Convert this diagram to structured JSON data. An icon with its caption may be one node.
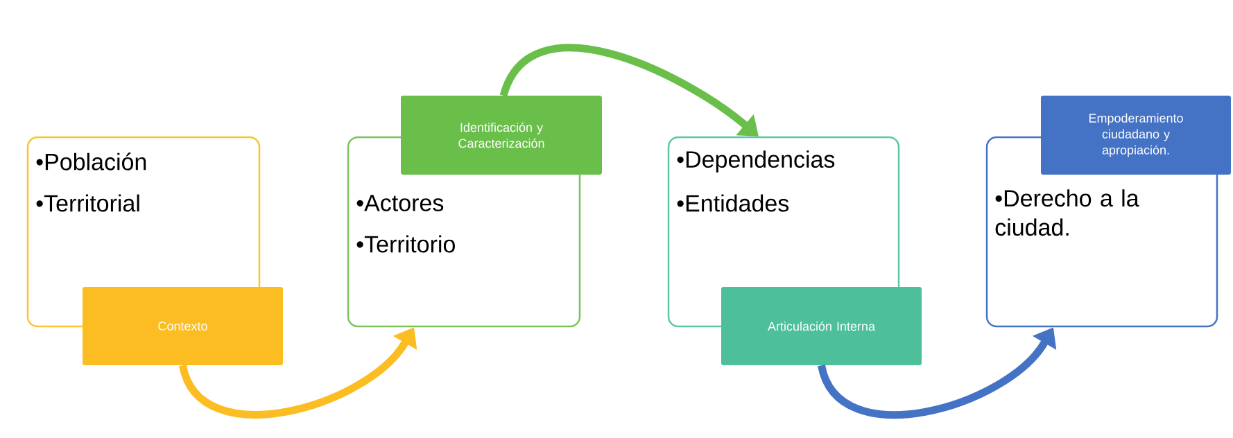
{
  "diagram": {
    "nodes": [
      {
        "text": [
          "•Población",
          "•Territorial"
        ]
      },
      {
        "text": [
          "Contexto"
        ]
      },
      {
        "text": [
          "•Actores",
          "•Territorio"
        ]
      },
      {
        "text": [
          "Identificación y Caracterización"
        ]
      },
      {
        "text": [
          "•Dependencias",
          "•Entidades"
        ]
      },
      {
        "text": [
          "Articulación Interna"
        ]
      },
      {
        "text": [
          "•Derecho a la ciudad."
        ]
      },
      {
        "text": [
          "Empoderamiento ciudadano y apropiación."
        ]
      }
    ],
    "edges": [
      {
        "from": 1,
        "to": 2,
        "arrow": "to",
        "color": "#fbbd22"
      },
      {
        "from": 3,
        "to": 4,
        "arrow": "to",
        "color": "#6abf4b"
      },
      {
        "from": 5,
        "to": 6,
        "arrow": "to",
        "color": "#4472c4"
      }
    ]
  }
}
